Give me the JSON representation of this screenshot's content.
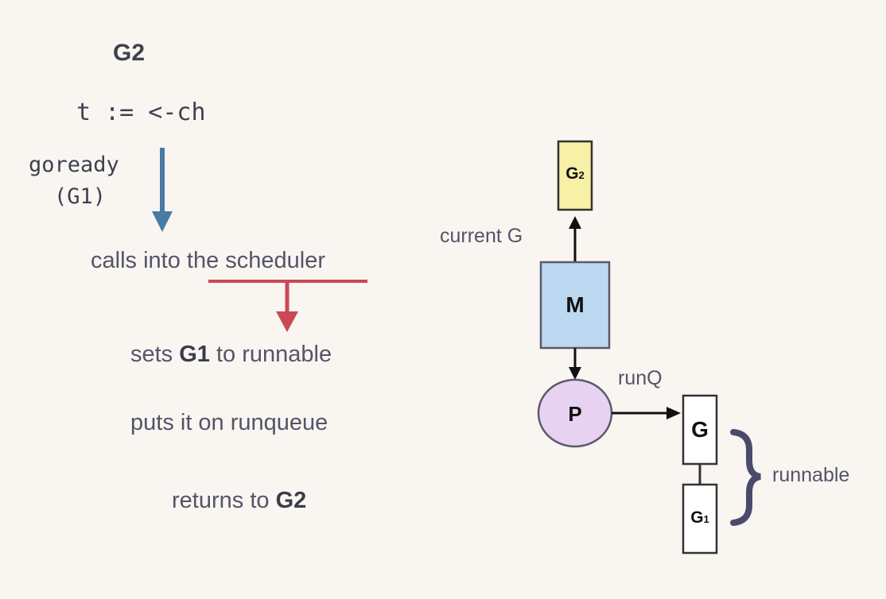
{
  "left": {
    "title": "G2",
    "code": "t := <-ch",
    "goready_fn": "goready",
    "goready_arg": "(G1)",
    "step1": "calls into the scheduler",
    "step2_prefix": "sets ",
    "step2_bold": "G1",
    "step2_suffix": " to runnable",
    "step3": "puts it on runqueue",
    "step4_prefix": "returns to ",
    "step4_bold": "G2"
  },
  "right": {
    "g2_box": "G",
    "g2_sub": "2",
    "current_label": "current G",
    "m_box": "M",
    "p_node": "P",
    "runq_label": "runQ",
    "g_box": "G",
    "g1_box": "G",
    "g1_sub": "1",
    "runnable_label": "runnable"
  },
  "colors": {
    "background": "#f9f5f1",
    "blue_arrow": "#4a7aa6",
    "red_arrow": "#c94a55",
    "g2_fill": "#f7f0a6",
    "m_fill": "#bcd8f1",
    "p_fill": "#e8d2f2",
    "brace": "#4a4a6a"
  }
}
